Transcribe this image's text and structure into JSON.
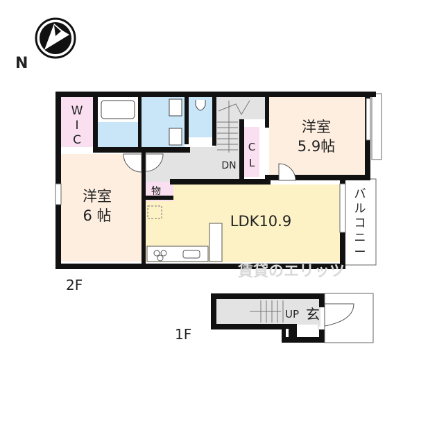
{
  "compass": {
    "north_label": "N",
    "icon": "compass-arrow"
  },
  "floors": [
    {
      "label": "2F",
      "rooms": [
        {
          "id": "wic",
          "label": "WIC",
          "lines": [
            "W",
            "I",
            "C"
          ],
          "type": "walk-in-closet",
          "color": "#f9dff0"
        },
        {
          "id": "bath",
          "label": "",
          "type": "bathroom",
          "color": "#c9e6f8"
        },
        {
          "id": "washroom",
          "label": "",
          "type": "washroom",
          "color": "#c9e6f8"
        },
        {
          "id": "toilet",
          "label": "",
          "type": "toilet",
          "color": "#c9e6f8"
        },
        {
          "id": "hall",
          "label": "DN",
          "type": "hallway-stairs",
          "color": "#e3e3e3"
        },
        {
          "id": "closet",
          "label": "CL",
          "lines": [
            "C",
            "L"
          ],
          "type": "closet",
          "color": "#f9dff0"
        },
        {
          "id": "western1",
          "label": "洋室 5.9帖",
          "lines": [
            "洋室",
            "5.9帖"
          ],
          "type": "western-room",
          "color": "#fdeee0"
        },
        {
          "id": "western2",
          "label": "洋室 6帖",
          "lines": [
            "洋室",
            "6 帖"
          ],
          "type": "western-room",
          "color": "#fdeee0"
        },
        {
          "id": "storage",
          "label": "物",
          "type": "storage",
          "color": "#f9dff0"
        },
        {
          "id": "ldk",
          "label": "LDK10.9",
          "type": "living-dining-kitchen",
          "color": "#fdf2c5"
        },
        {
          "id": "balcony",
          "label": "バルコニー",
          "lines": [
            "バ",
            "ル",
            "コ",
            "ニ",
            "ー"
          ],
          "type": "balcony",
          "color": "#ffffff"
        }
      ]
    },
    {
      "label": "1F",
      "rooms": [
        {
          "id": "stairs1f",
          "label": "UP",
          "type": "stairs",
          "color": "#e3e3e3"
        },
        {
          "id": "entrance",
          "label": "玄",
          "type": "entrance",
          "color": "#e3e3e3"
        }
      ]
    }
  ],
  "watermark": {
    "text": "賃貸のエリッツ",
    "color": "#d9d9d9"
  },
  "colors": {
    "wall": "#111111",
    "pink": "#f9dff0",
    "blue": "#c9e6f8",
    "peach": "#fdeee0",
    "yellow": "#fdf2c5",
    "gray": "#e3e3e3"
  }
}
